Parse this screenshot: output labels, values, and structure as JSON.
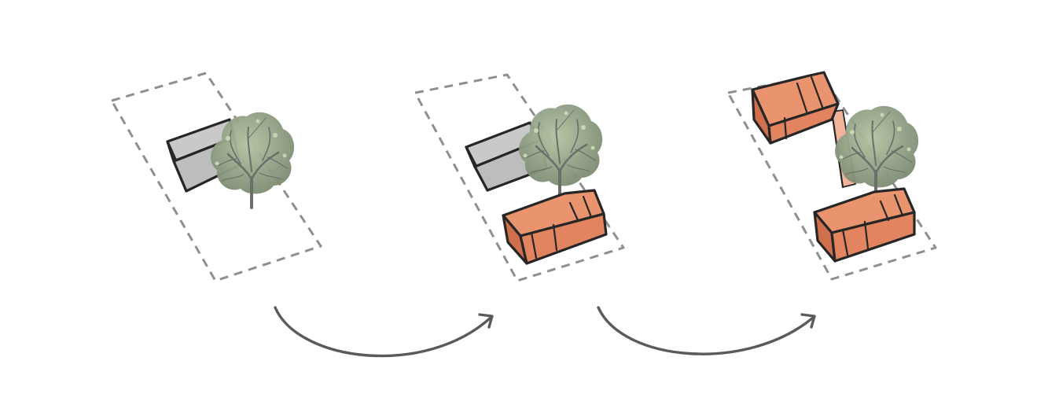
{
  "colors": {
    "background": "#ffffff",
    "lot_outline": "#8f8f8f",
    "existing_building_fill": "#bdbdbd",
    "existing_building_side": "#a9a9a9",
    "new_building_fill": "#e2845f",
    "new_building_side": "#cf6f4b",
    "bridge_fill": "#f0b49a",
    "tree_canopy": "#8e9e82",
    "tree_highlight": "#b3c2a0",
    "tree_trunk": "#6f746e",
    "outline": "#262626",
    "arrow": "#5a5a5a"
  },
  "panels": [
    {
      "step": 1,
      "elements": [
        "lot-outline",
        "existing-building",
        "tree"
      ]
    },
    {
      "step": 2,
      "elements": [
        "lot-outline",
        "existing-building",
        "tree",
        "new-building"
      ]
    },
    {
      "step": 3,
      "elements": [
        "lot-outline",
        "new-building",
        "tree",
        "elevated-building",
        "connecting-bridge"
      ]
    }
  ],
  "arrows": [
    {
      "from": 1,
      "to": 2,
      "icon": "curved-arrow-icon"
    },
    {
      "from": 2,
      "to": 3,
      "icon": "curved-arrow-icon"
    }
  ]
}
